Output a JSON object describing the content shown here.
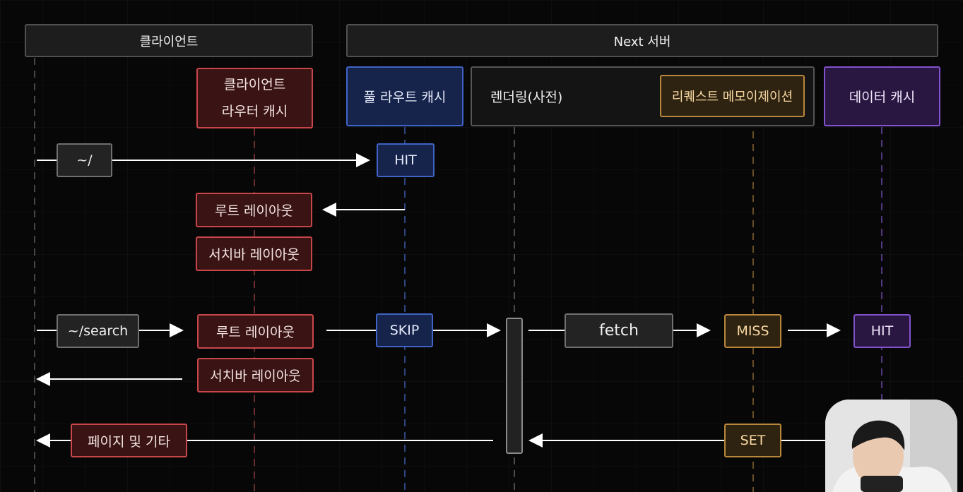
{
  "headers": {
    "client": "클라이언트",
    "server": "Next 서버"
  },
  "lanes": {
    "router_cache": [
      "클라이언트",
      "라우터 캐시"
    ],
    "full_route_cache": "풀 라우트 캐시",
    "rendering": "렌더링(사전)",
    "request_memo": "리퀘스트 메모이제이션",
    "data_cache": "데이터 캐시"
  },
  "flow1": {
    "route": "~/",
    "full_route_result": "HIT",
    "returned": [
      "루트 레이아웃",
      "서치바 레이아웃"
    ]
  },
  "flow2": {
    "route": "~/search",
    "sent_layout": "루트 레이아웃",
    "full_route_result": "SKIP",
    "fetch_label": "fetch",
    "memo_result": "MISS",
    "data_cache_result": "HIT",
    "returned_layout": "서치바 레이아웃",
    "memo_set": "SET",
    "returned_page": "페이지 및 기타"
  },
  "colors": {
    "background": "#070707",
    "router_cache": "#c9474a",
    "full_route_cache": "#3f63c6",
    "request_memo": "#b9873a",
    "data_cache": "#8153cc",
    "neutral": "#707070"
  },
  "webcam": {
    "icon": "presenter-webcam-icon"
  }
}
